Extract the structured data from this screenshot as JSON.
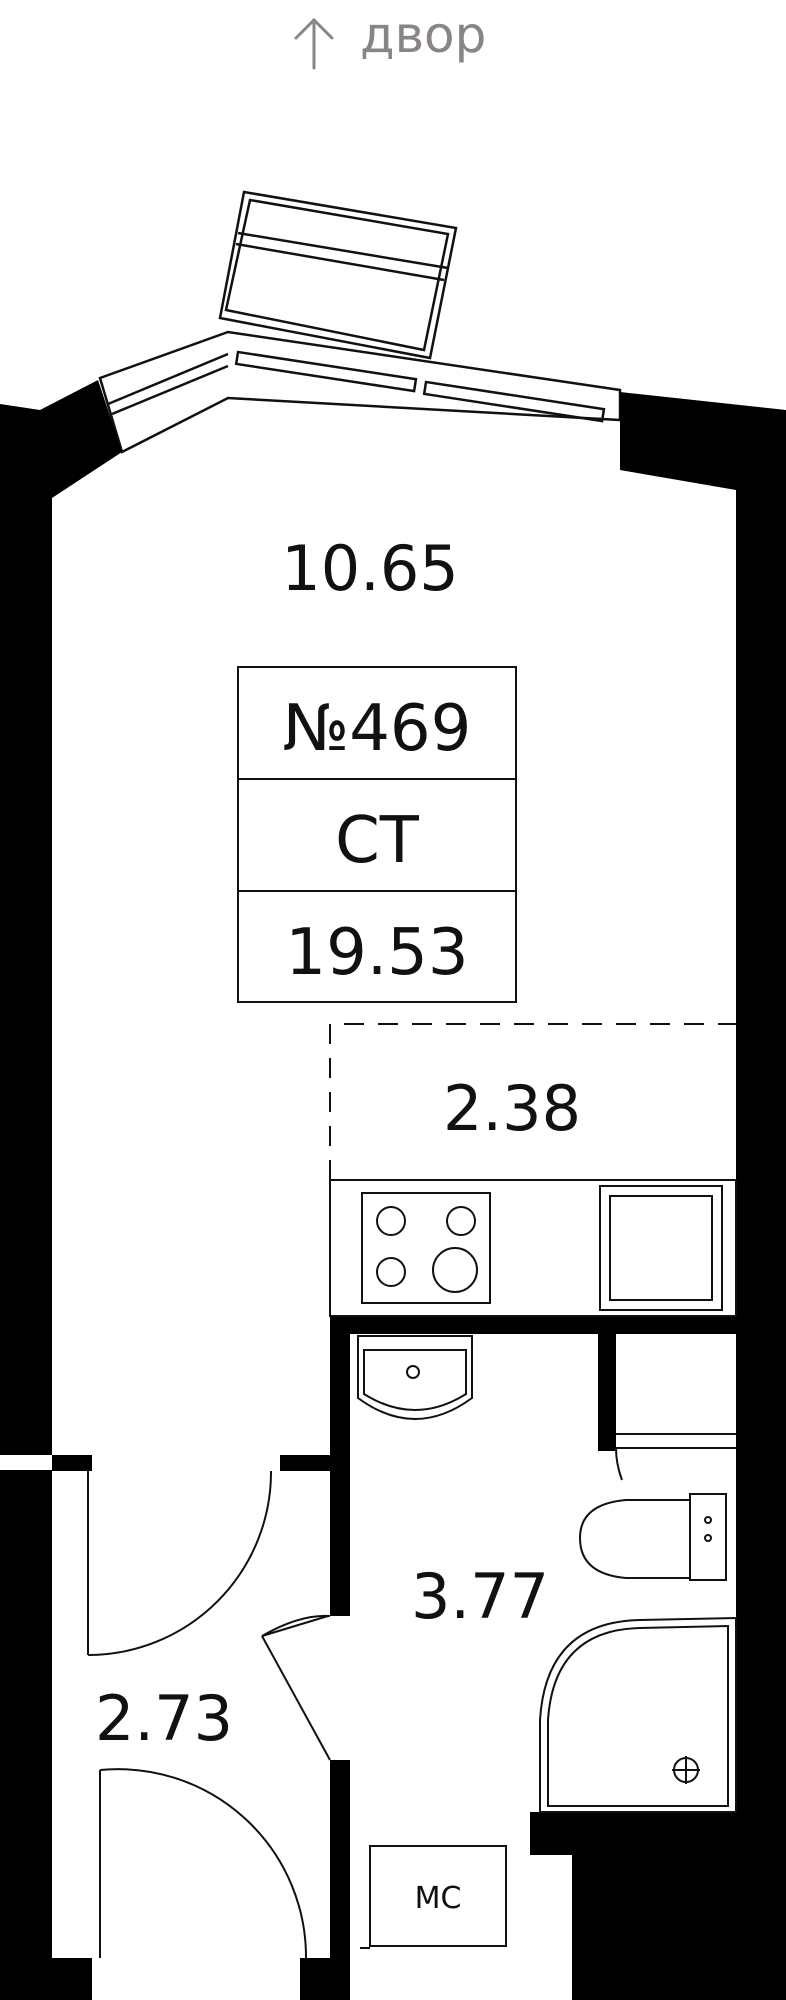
{
  "orientation": {
    "label": "двор",
    "arrow_icon": "arrow-up-icon"
  },
  "apartment": {
    "number": "№469",
    "type": "СТ",
    "total_area": "19.53"
  },
  "rooms": {
    "living": {
      "area": "10.65"
    },
    "kitchen": {
      "area": "2.38"
    },
    "bathroom": {
      "area": "3.77"
    },
    "hallway": {
      "area": "2.73"
    }
  },
  "fixtures": {
    "utility_cabinet_label": "МС"
  },
  "colors": {
    "wall": "#000000",
    "background": "#ffffff",
    "line": "#111111",
    "orientation_text": "#8a8585"
  }
}
